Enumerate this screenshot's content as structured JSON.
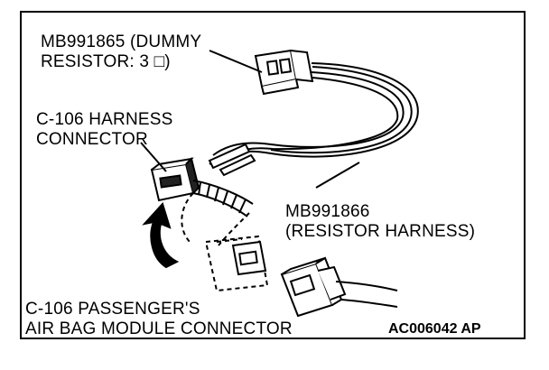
{
  "labels": {
    "dummy_resistor": {
      "line1": "MB991865 (DUMMY",
      "line2": "RESISTOR: 3 □)"
    },
    "harness_connector": {
      "line1": "C-106 HARNESS",
      "line2": "CONNECTOR"
    },
    "resistor_harness": {
      "line1": "MB991866",
      "line2": "(RESISTOR HARNESS)"
    },
    "module_connector": {
      "line1": "C-106 PASSENGER'S",
      "line2": "AIR BAG MODULE CONNECTOR"
    }
  },
  "figure_code": "AC006042 AP"
}
